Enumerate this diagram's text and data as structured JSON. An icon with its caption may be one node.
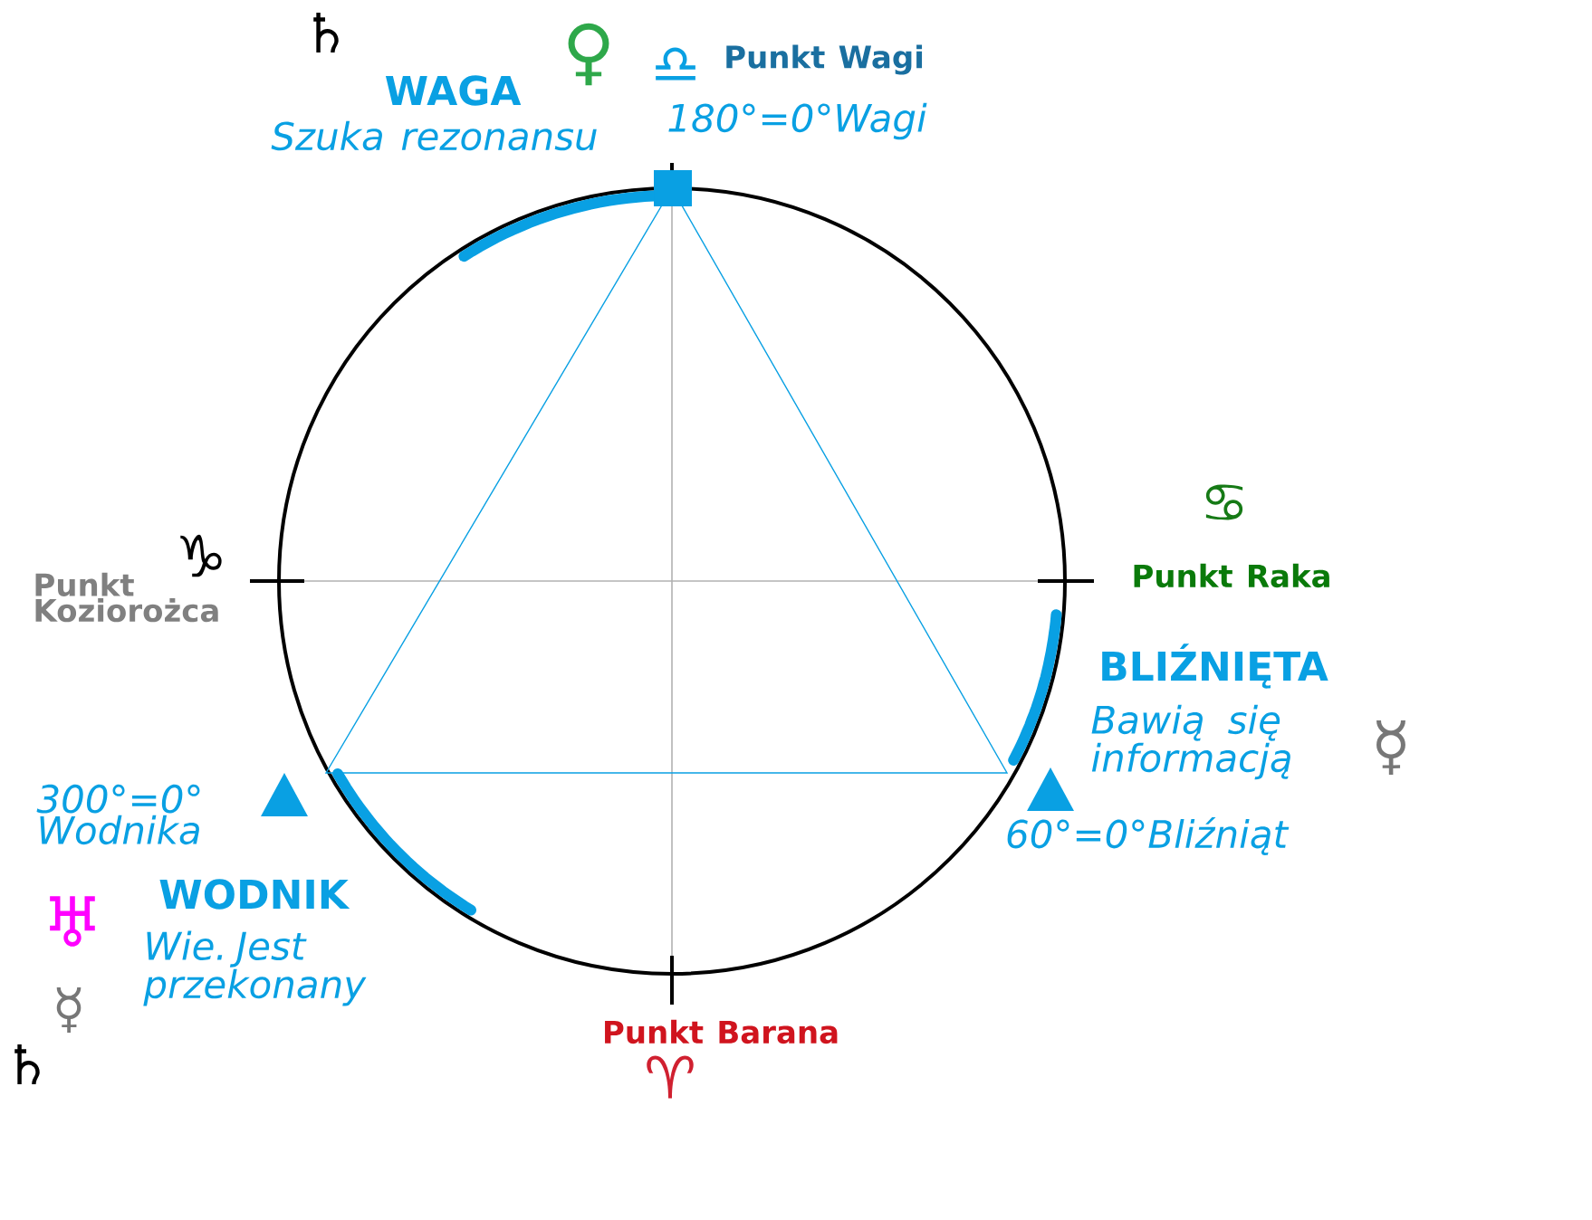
{
  "diagram": {
    "labels": [
      "♄",
      "WAGA",
      "Szuka rezonansu",
      "♀",
      "♎",
      "Punkt Wagi",
      "180°=0°Wagi",
      "♋",
      "Punkt Raka",
      "♑",
      "Punkt Koziorożca",
      "BLIŹNIĘTA",
      "Bawią się informacją",
      "☿",
      "300°=0° Wodnika",
      "60°=0°Bliźniąt",
      "WODNIK",
      "♅",
      "Wie. Jest przekonany",
      "☿",
      "♄",
      "Punkt Barana",
      "♈"
    ]
  }
}
